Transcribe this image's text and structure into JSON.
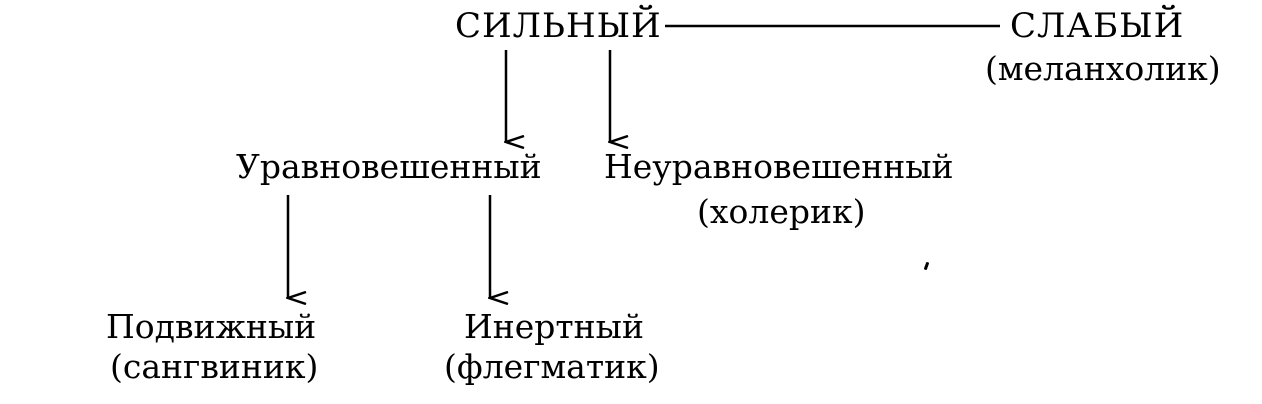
{
  "nodes": {
    "strong": "СИЛЬНЫЙ",
    "weak": "СЛАБЫЙ",
    "weak_type": "(меланхолик)",
    "balanced": "Уравновешенный",
    "unbalanced": "Неуравновешенный",
    "unbalanced_type": "(холерик)",
    "mobile": "Подвижный",
    "mobile_type": "(сангвиник)",
    "inert": "Инертный",
    "inert_type": "(флегматик)"
  }
}
